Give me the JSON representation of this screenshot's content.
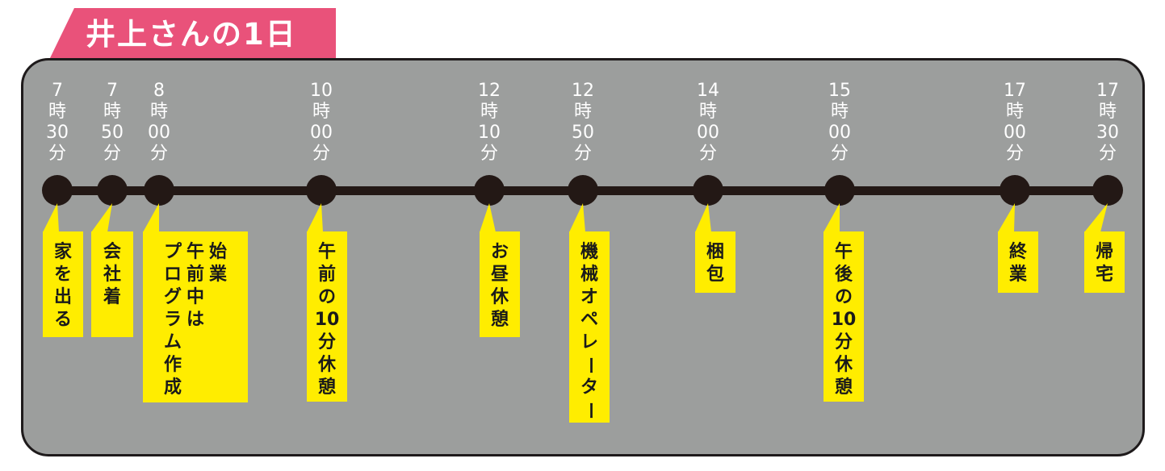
{
  "title": "井上さんの1日",
  "colors": {
    "title_bg": "#e9527a",
    "panel_bg": "#9c9e9d",
    "line": "#231815",
    "note_bg": "#ffed00",
    "time_text": "#ffffff"
  },
  "events": [
    {
      "hour": "7",
      "hour_unit": "時",
      "minute": "30",
      "minute_unit": "分",
      "label_columns": [
        "家を出る"
      ]
    },
    {
      "hour": "7",
      "hour_unit": "時",
      "minute": "50",
      "minute_unit": "分",
      "label_columns": [
        "会社着"
      ]
    },
    {
      "hour": "8",
      "hour_unit": "時",
      "minute": "00",
      "minute_unit": "分",
      "label_columns": [
        "始業",
        "午前中は",
        "プログラム作成"
      ]
    },
    {
      "hour": "10",
      "hour_unit": "時",
      "minute": "00",
      "minute_unit": "分",
      "label_columns": [
        "午前の10分休憩"
      ]
    },
    {
      "hour": "12",
      "hour_unit": "時",
      "minute": "10",
      "minute_unit": "分",
      "label_columns": [
        "お昼休憩"
      ]
    },
    {
      "hour": "12",
      "hour_unit": "時",
      "minute": "50",
      "minute_unit": "分",
      "label_columns": [
        "機械オペレーター"
      ]
    },
    {
      "hour": "14",
      "hour_unit": "時",
      "minute": "00",
      "minute_unit": "分",
      "label_columns": [
        "梱包"
      ]
    },
    {
      "hour": "15",
      "hour_unit": "時",
      "minute": "00",
      "minute_unit": "分",
      "label_columns": [
        "午後の10分休憩"
      ]
    },
    {
      "hour": "17",
      "hour_unit": "時",
      "minute": "00",
      "minute_unit": "分",
      "label_columns": [
        "終業"
      ]
    },
    {
      "hour": "17",
      "hour_unit": "時",
      "minute": "30",
      "minute_unit": "分",
      "label_columns": [
        "帰宅"
      ]
    }
  ]
}
